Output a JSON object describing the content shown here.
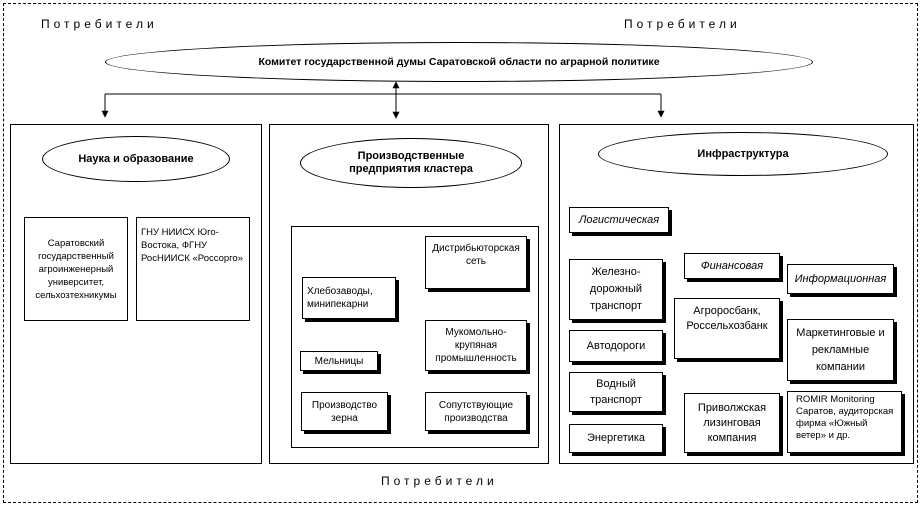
{
  "consumers": {
    "top_left": "Потребители",
    "top_right": "Потребители",
    "bottom": "Потребители"
  },
  "committee": "Комитет государственной думы Саратовской области по аграрной политике",
  "science": {
    "title": "Наука и образование",
    "box1": "Саратовский государственный агроинженерный университет, сельхозтехникумы",
    "box2": "ГНУ НИИСХ Юго-Востока, ФГНУ РосНИИСК «Россорго»"
  },
  "production": {
    "title": "Производственные предприятия кластера",
    "distribution": "Дистрибьюторская сеть",
    "bakeries": "Хлебозаводы, минипекарни",
    "mills": "Мельницы",
    "milling_industry": "Мукомольно-крупяная промышленность",
    "grain_production": "Производство зерна",
    "related_production": "Сопутствующие производства"
  },
  "infrastructure": {
    "title": "Инфраструктура",
    "logistics": {
      "label": "Логистическая",
      "items": [
        "Железно-дорожный транспорт",
        "Автодороги",
        "Водный транспорт",
        "Энергетика"
      ]
    },
    "finance": {
      "label": "Финансовая",
      "items": [
        "Агроросбанк, Россельхозбанк",
        "Приволжская лизинговая компания"
      ]
    },
    "information": {
      "label": "Информационная",
      "items": [
        "Маркетинговые и рекламные компании",
        "ROMIR Monitoring Саратов, аудиторская фирма «Южный ветер» и др."
      ]
    }
  }
}
